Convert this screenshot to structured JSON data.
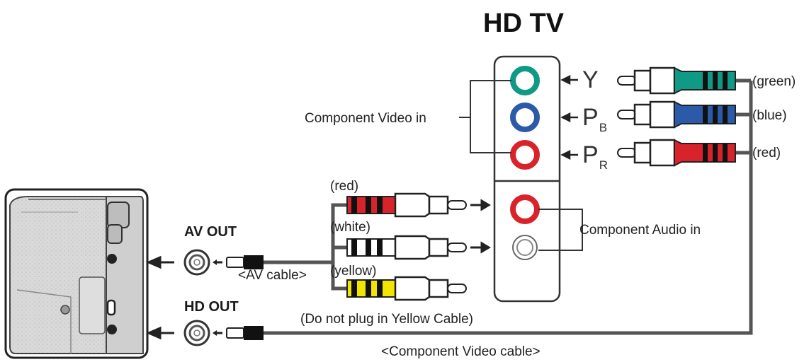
{
  "title": "HD TV",
  "camera": {
    "av_out_label": "AV OUT",
    "hd_out_label": "HD OUT"
  },
  "tv_panel": {
    "component_video_label": "Component Video in",
    "component_audio_label": "Component Audio in",
    "video_jacks": [
      {
        "name": "Y",
        "subscript": "",
        "color_label": "(green)",
        "color": "#0f9a86"
      },
      {
        "name": "P",
        "subscript": "B",
        "color_label": "(blue)",
        "color": "#2b5aa8"
      },
      {
        "name": "P",
        "subscript": "R",
        "color_label": "(red)",
        "color": "#d8232a"
      }
    ],
    "audio_jacks": [
      {
        "color": "#d8232a"
      },
      {
        "color": "#ffffff"
      }
    ]
  },
  "av_cable": {
    "label": "<AV cable>",
    "plugs": [
      {
        "color_label": "(red)",
        "color": "#d8232a"
      },
      {
        "color_label": "(white)",
        "color": "#ffffff"
      },
      {
        "color_label": "(yellow)",
        "color": "#f2e600"
      }
    ],
    "note": "(Do not plug in Yellow Cable)"
  },
  "component_cable": {
    "label": "<Component Video cable>"
  }
}
